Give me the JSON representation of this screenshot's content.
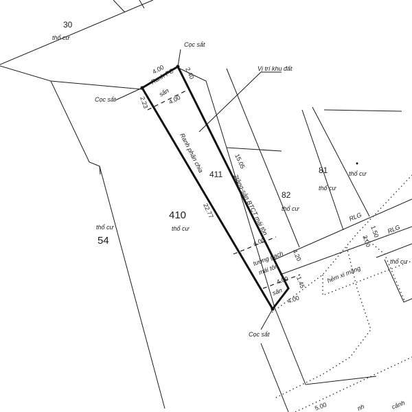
{
  "parcels": {
    "p30": "30",
    "p54": "54",
    "p410": "410",
    "p411": "411",
    "p82": "82",
    "p81": "81"
  },
  "landuse": {
    "tho_cu": "thổ cư"
  },
  "labels": {
    "coc_sat": "Cọc sắt",
    "ranh_pc": "Ranh PC",
    "san": "sân",
    "ranh_phan_chia": "Ranh phân chia",
    "nha": "2tầng-sàn BTCT mái tôn",
    "tuong_gach": "tường gạch",
    "mai_ton": "mái tôn",
    "vi_tri": "Vị trí khu đất",
    "hem": "hẻm xi măng",
    "rlg": "RLG",
    "canh": "cảnh",
    "nh": "nh"
  },
  "dimensions": {
    "d400": "4.00",
    "d240": "2.40",
    "d223": "2.23",
    "d1505": "15.05",
    "d2277": "22.77",
    "d420": "4.20",
    "d145": "1.45",
    "d150": "1.50",
    "d300": "3.00",
    "d500": "5.00"
  }
}
